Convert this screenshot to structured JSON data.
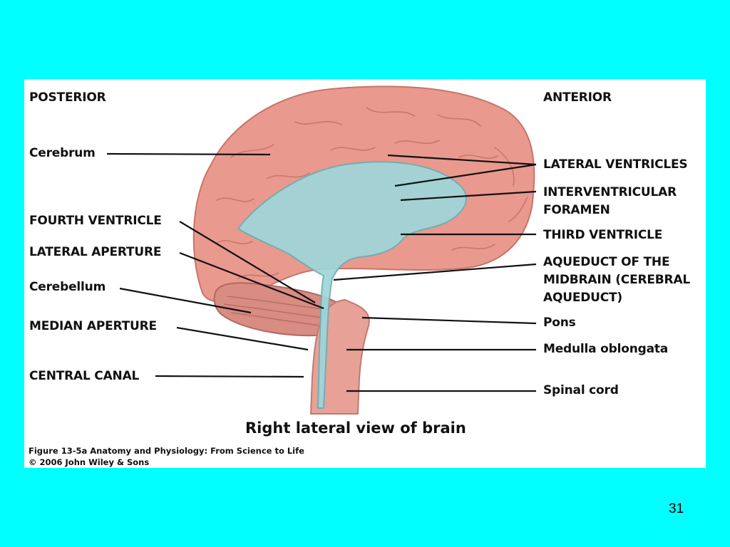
{
  "colors": {
    "slide_background": "#00FFFF",
    "panel_background": "#FFFFFF",
    "cerebrum": "#E9998E",
    "ventricles": "#9FD6DA",
    "cerebellum": "#D88C82",
    "leader_lines": "#111111"
  },
  "orientation": {
    "posterior": "POSTERIOR",
    "anterior": "ANTERIOR"
  },
  "left_labels": [
    "Cerebrum",
    "FOURTH VENTRICLE",
    "LATERAL APERTURE",
    "Cerebellum",
    "MEDIAN APERTURE",
    "CENTRAL CANAL"
  ],
  "right_labels": [
    "LATERAL VENTRICLES",
    "INTERVENTRICULAR",
    "FORAMEN",
    "THIRD VENTRICLE",
    "AQUEDUCT OF THE",
    "MIDBRAIN (CEREBRAL",
    "AQUEDUCT)",
    "Pons",
    "Medulla oblongata",
    "Spinal cord"
  ],
  "view_title": "Right lateral view of brain",
  "caption": {
    "line1": "Figure 13-5a  Anatomy and Physiology: From Science to Life",
    "line2": "© 2006 John Wiley & Sons"
  },
  "slide_number": "31"
}
